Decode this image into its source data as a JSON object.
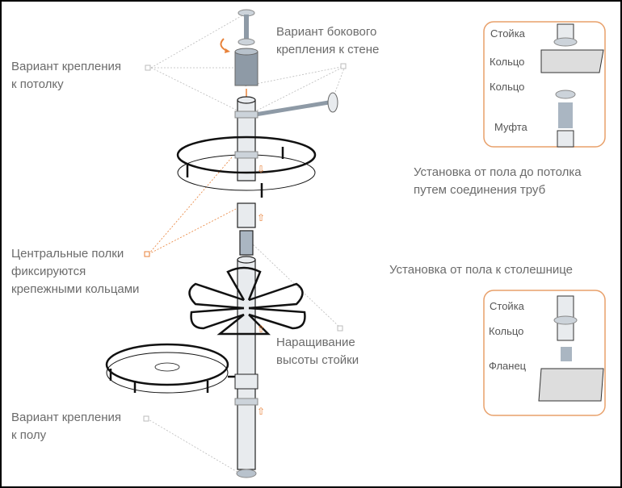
{
  "labels": {
    "ceiling": [
      "Вариант крепления",
      "к потолку"
    ],
    "wall": [
      "Вариант бокового",
      "крепления к стене"
    ],
    "central": [
      "Центральные полки",
      "фиксируются",
      "крепежными кольцами"
    ],
    "extension": [
      "Наращивание",
      "высоты  стойки"
    ],
    "floor": [
      "Вариант крепления",
      "к полу"
    ],
    "install1": [
      "Установка от пола до потолка",
      "путем соединения труб"
    ],
    "install2": "Установка от пола к  столешнице"
  },
  "inset_top": {
    "stoika": "Стойка",
    "koltso1": "Кольцо",
    "koltso2": "Кольцо",
    "mufta": "Муфта"
  },
  "inset_bottom": {
    "stoika": "Стойка",
    "koltso": "Кольцо",
    "flanets": "Фланец"
  },
  "colors": {
    "accent": "#e8823a",
    "text": "#6b6b6b",
    "metal": "#8e9aa6"
  }
}
